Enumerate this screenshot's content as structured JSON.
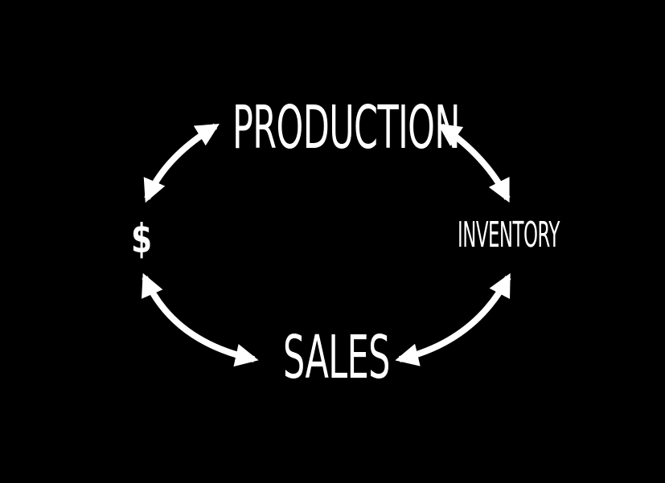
{
  "diagram": {
    "nodes": {
      "production": "PRODUCTION",
      "inventory": "INVENTORY",
      "sales": "SALES",
      "money": "$"
    },
    "edges": [
      {
        "from": "money",
        "to": "production",
        "bidirectional": true
      },
      {
        "from": "production",
        "to": "inventory",
        "bidirectional": true
      },
      {
        "from": "inventory",
        "to": "sales",
        "bidirectional": true
      },
      {
        "from": "sales",
        "to": "money",
        "bidirectional": true
      }
    ],
    "colors": {
      "background": "#000000",
      "foreground": "#ffffff"
    }
  }
}
